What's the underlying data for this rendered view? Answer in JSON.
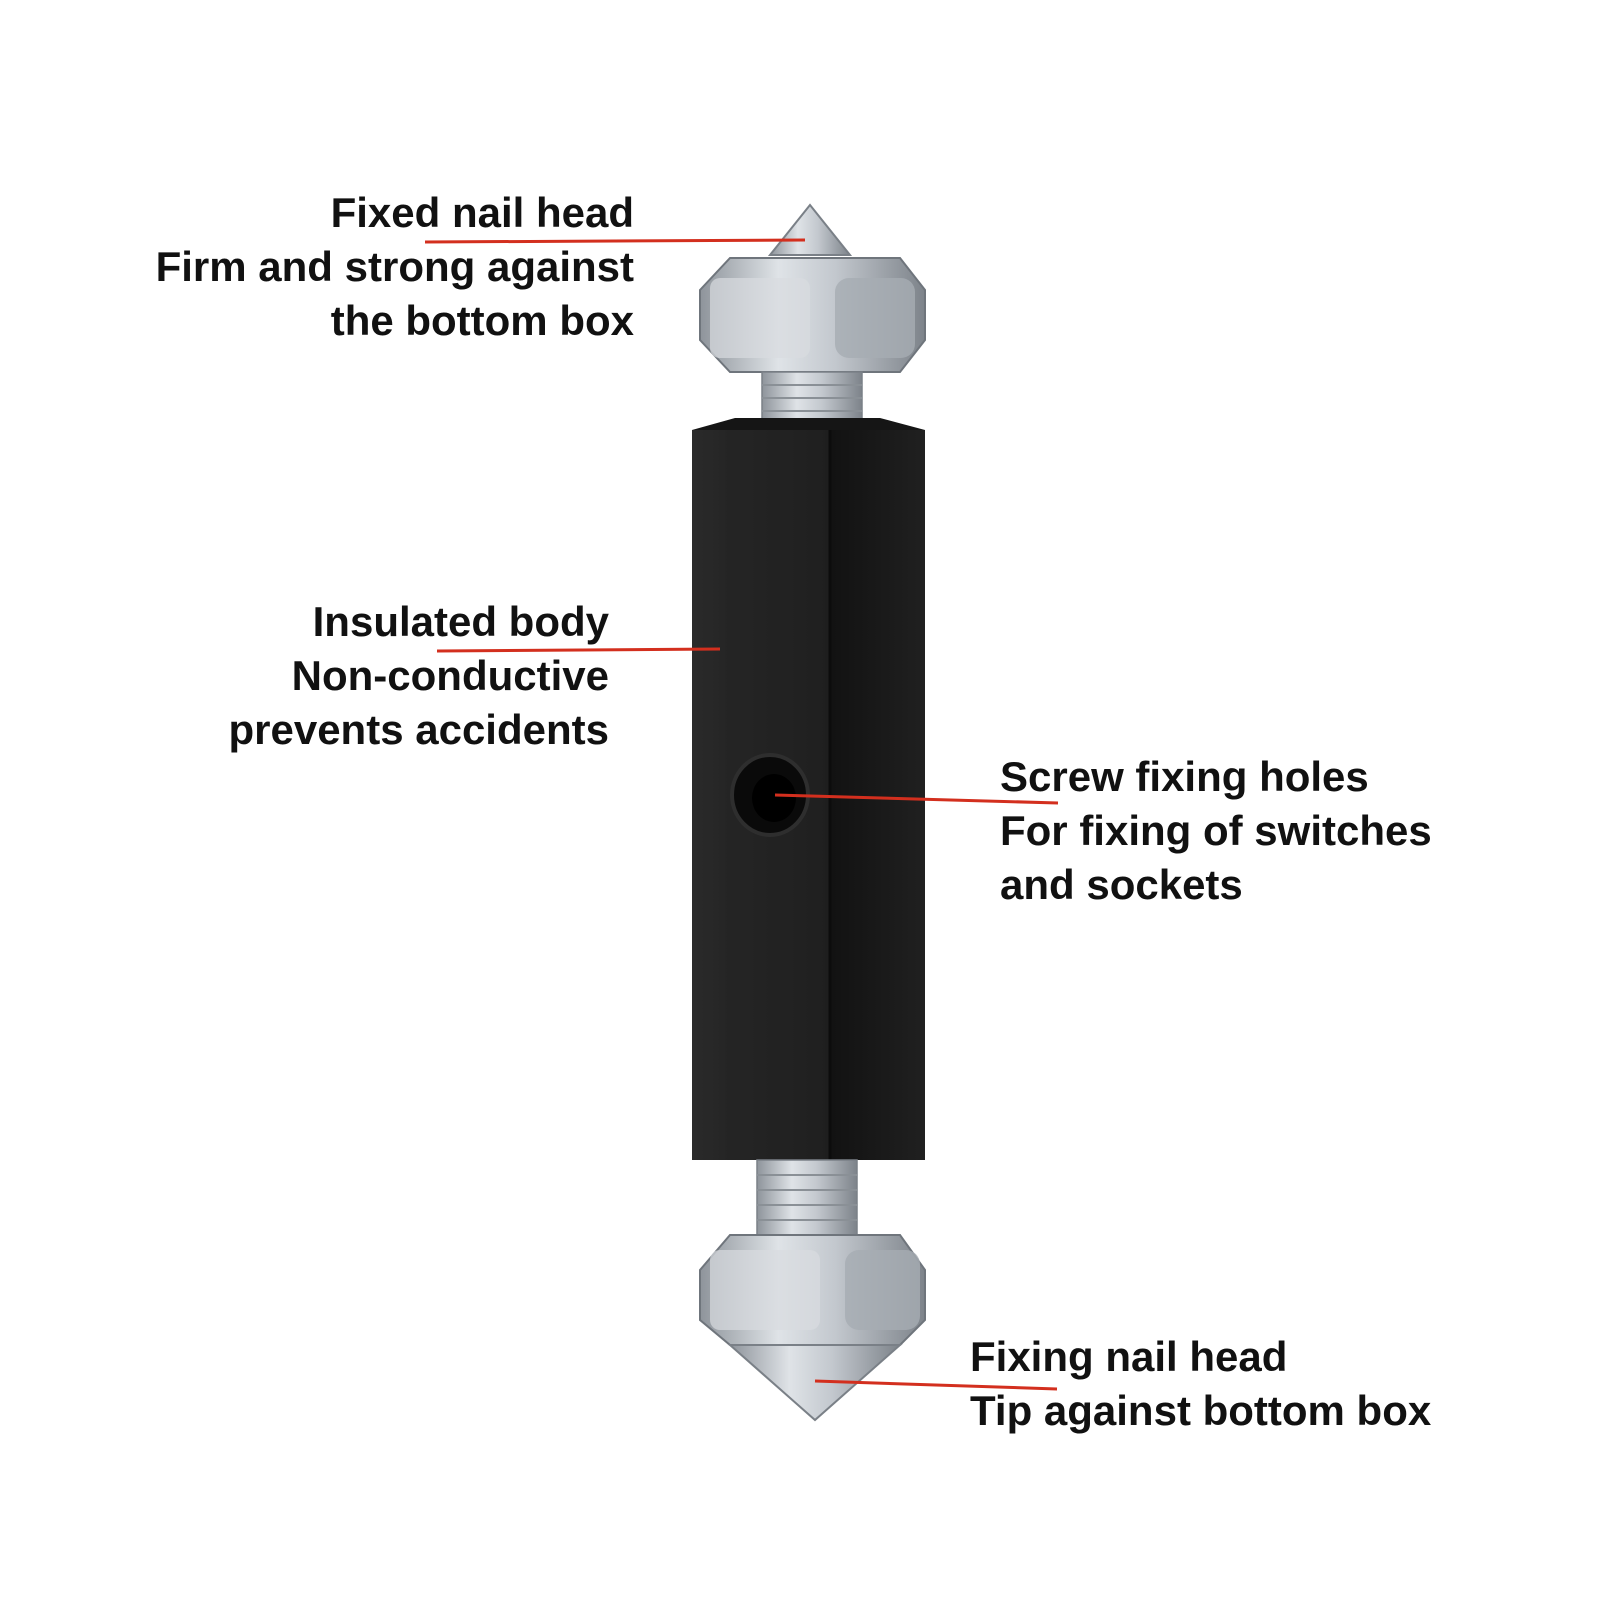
{
  "colors": {
    "background": "#ffffff",
    "text": "#111111",
    "leader_line": "#d32f1e",
    "metal": "#b9bec5",
    "body": "#1b1b1b"
  },
  "callouts": {
    "top_nail": {
      "lines": [
        "Fixed nail head",
        "Firm and strong against",
        "the bottom box"
      ]
    },
    "body": {
      "lines": [
        "Insulated body",
        "Non-conductive",
        "prevents accidents"
      ]
    },
    "hole": {
      "lines": [
        "Screw fixing holes",
        "For fixing of switches",
        "and sockets"
      ]
    },
    "bottom_nail": {
      "lines": [
        "Fixing nail head",
        "Tip against bottom box"
      ]
    }
  }
}
